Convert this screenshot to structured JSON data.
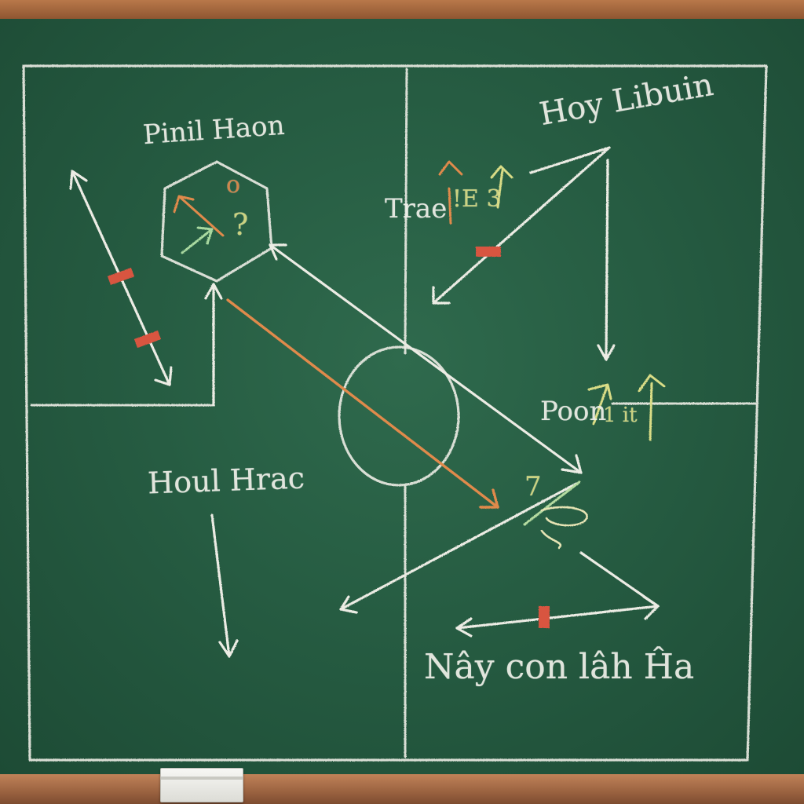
{
  "labels": {
    "top_left": "Pinil Haon",
    "top_right": "Hoy Libuin",
    "trae": "Trae",
    "trae_marks": "!E 3",
    "poon": "Poon",
    "poon_marks": "1 it",
    "left_middle": "Houl Hrac",
    "bottom_right": "Nây con lâh Ĥa",
    "hex_mark": "?",
    "hex_circle": "o",
    "center_mark": "7"
  },
  "colors": {
    "board": "#265c42",
    "chalk_white": "#f1f1ea",
    "chalk_orange": "#e08a4c",
    "chalk_red": "#d8553f",
    "chalk_yellow": "#d9dc86",
    "chalk_green": "#a9d9a0",
    "frame": "#9a6240"
  }
}
